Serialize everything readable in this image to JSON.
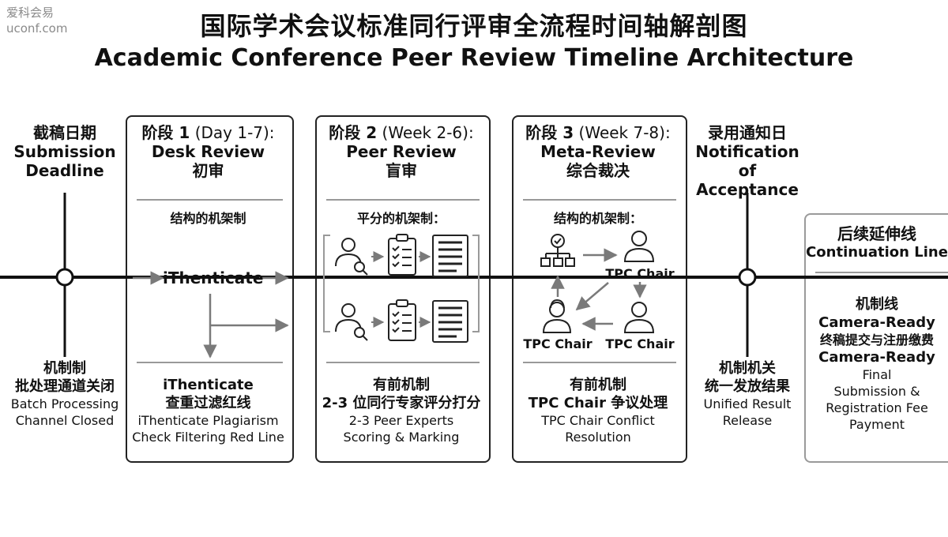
{
  "watermark": {
    "line1": "爱科会易",
    "line2": "uconf.com"
  },
  "title": {
    "zh": "国际学术会议标准同行评审全流程时间轴解剖图",
    "en": "Academic Conference Peer Review Timeline Architecture"
  },
  "milestones": {
    "submission": {
      "zh": "截稿日期",
      "en1": "Submission",
      "en2": "Deadline",
      "note_zh1": "机制制",
      "note_zh2": "批处理通道关闭",
      "note_en1": "Batch Processing",
      "note_en2": "Channel Closed"
    },
    "notification": {
      "zh": "录用通知日",
      "en1": "Notification of",
      "en2": "Acceptance",
      "note_zh1": "机制机关",
      "note_zh2": "统一发放结果",
      "note_en1": "Unified Result",
      "note_en2": "Release"
    }
  },
  "stage1": {
    "head_prefix": "阶段 1",
    "head_suffix": "(Day 1-7):",
    "name_en": "Desk Review",
    "name_zh": "初审",
    "sub": "结构的机架制",
    "tool": "iThenticate",
    "foot_zh_a": "iThenticate",
    "foot_zh_b": "查重过滤红线",
    "foot_en1": "iThenticate Plagiarism",
    "foot_en2": "Check Filtering Red Line"
  },
  "stage2": {
    "head_prefix": "阶段 2",
    "head_suffix": "(Week 2-6):",
    "name_en": "Peer Review",
    "name_zh": "盲审",
    "sub": "平分的机架制：",
    "foot_zh1": "有前机制",
    "foot_zh2": "2-3 位同行专家评分打分",
    "foot_en1": "2-3 Peer Experts",
    "foot_en2": "Scoring & Marking"
  },
  "stage3": {
    "head_prefix": "阶段 3",
    "head_suffix": "(Week 7-8):",
    "name_en": "Meta-Review",
    "name_zh": "综合裁决",
    "sub": "结构的机架制：",
    "chair_top": "TPC Chair",
    "chair_left": "TPC Chair",
    "chair_right": "TPC Chair",
    "foot_zh1": "有前机制",
    "foot_zh2": "TPC Chair 争议处理",
    "foot_en1": "TPC Chair Conflict",
    "foot_en2": "Resolution"
  },
  "continuation": {
    "title_zh": "后续延伸线",
    "title_en": "Continuation Line",
    "l1": "机制线",
    "l2": "Camera-Ready",
    "l3": "终稿提交与注册缴费",
    "l4": "Camera-Ready",
    "l5": "Final",
    "l6": "Submission &",
    "l7": "Registration Fee",
    "l8": "Payment"
  },
  "icons": {
    "reviewer": "reviewer-magnifier-icon",
    "checklist": "clipboard-checklist-icon",
    "scoresheet": "score-sheet-icon",
    "org": "org-chart-check-icon",
    "chair": "person-icon"
  }
}
